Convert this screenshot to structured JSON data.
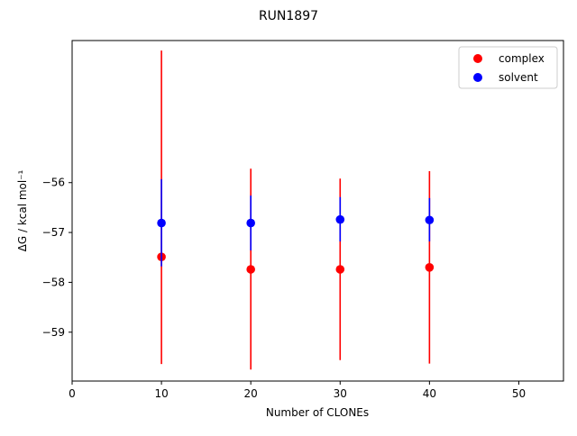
{
  "chart_data": {
    "type": "scatter",
    "title": "RUN1897",
    "xlabel": "Number of CLONEs",
    "ylabel": "ΔG / kcal mol⁻¹",
    "xlim": [
      0,
      55
    ],
    "ylim": [
      -59.98,
      -53.15
    ],
    "xticks": [
      0,
      10,
      20,
      30,
      40,
      50
    ],
    "yticks": [
      -59,
      -58,
      -57,
      -56
    ],
    "grid": false,
    "legend_position": "top-right",
    "series": [
      {
        "name": "complex",
        "color": "#ff0000",
        "points": [
          {
            "x": 10,
            "y": -57.49,
            "err_low": -59.64,
            "err_high": -53.35
          },
          {
            "x": 20,
            "y": -57.74,
            "err_low": -59.75,
            "err_high": -55.72
          },
          {
            "x": 30,
            "y": -57.74,
            "err_low": -59.56,
            "err_high": -55.92
          },
          {
            "x": 40,
            "y": -57.7,
            "err_low": -59.63,
            "err_high": -55.77
          }
        ]
      },
      {
        "name": "solvent",
        "color": "#0000ff",
        "points": [
          {
            "x": 10,
            "y": -56.81,
            "err_low": -57.68,
            "err_high": -55.93
          },
          {
            "x": 20,
            "y": -56.81,
            "err_low": -57.36,
            "err_high": -56.26
          },
          {
            "x": 30,
            "y": -56.74,
            "err_low": -57.18,
            "err_high": -56.29
          },
          {
            "x": 40,
            "y": -56.75,
            "err_low": -57.18,
            "err_high": -56.31
          }
        ]
      }
    ]
  }
}
